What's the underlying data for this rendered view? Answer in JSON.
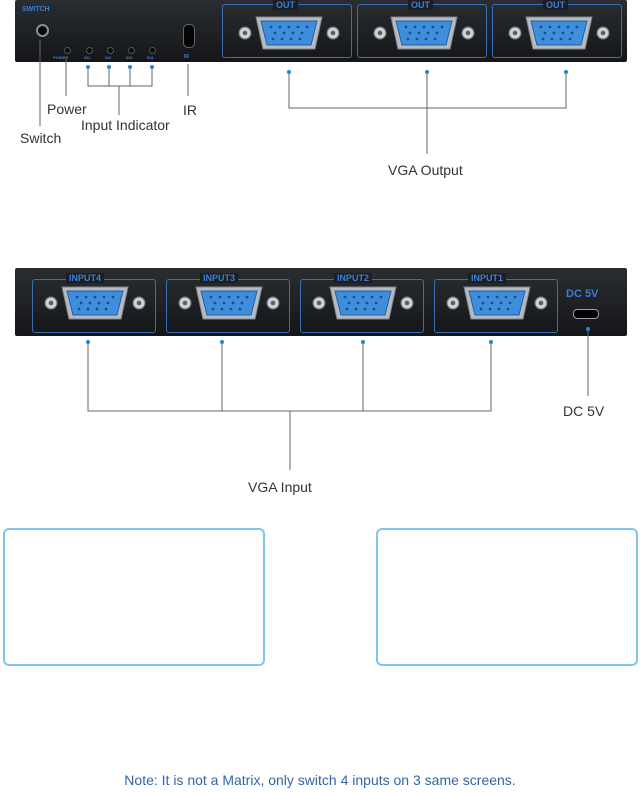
{
  "top_panel": {
    "switch_label": "SWITCH",
    "led_labels": [
      "POWER",
      "IN1",
      "IN2",
      "IN3",
      "IN4"
    ],
    "ir_label": "IR",
    "port_labels": [
      "OUT",
      "OUT",
      "OUT"
    ]
  },
  "top_callouts": {
    "power": "Power",
    "input_indicator": "Input Indicator",
    "ir": "IR",
    "switch": "Switch",
    "vga_output": "VGA Output"
  },
  "bottom_panel": {
    "port_labels": [
      "INPUT4",
      "INPUT3",
      "INPUT2",
      "INPUT1"
    ],
    "dc_label": "DC 5V"
  },
  "bottom_callouts": {
    "dc": "DC 5V",
    "vga_input": "VGA Input"
  },
  "colors": {
    "accent": "#1f88d6",
    "panel": "#1c1e21",
    "box_border": "#7fc6e8",
    "note_text": "#3266a8",
    "prohibit": "#d9312b"
  },
  "footer": {
    "note": "Note: It is not a Matrix, only switch 4 inputs on 3 same screens."
  }
}
